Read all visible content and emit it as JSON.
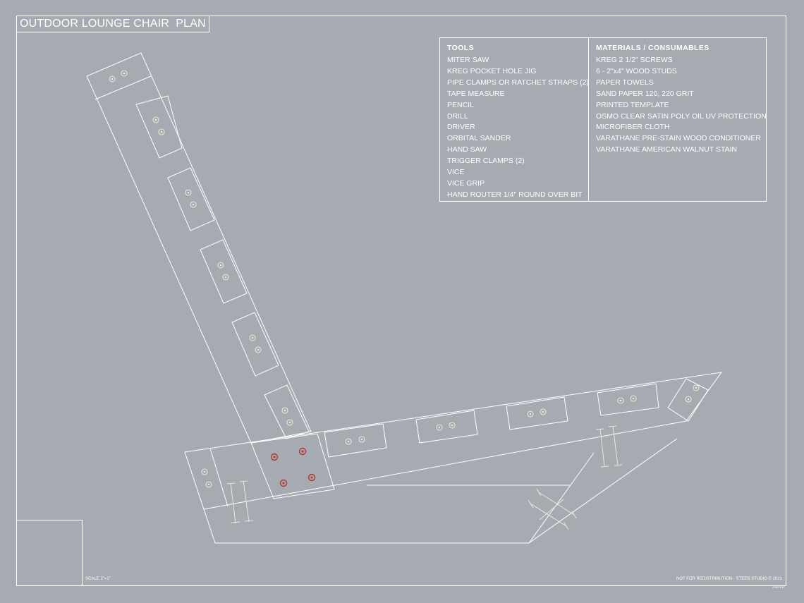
{
  "title": "OUTDOOR LOUNGE CHAIR  PLAN",
  "tools": {
    "heading": "TOOLS",
    "items": [
      "MITER SAW",
      "KREG POCKET HOLE JIG",
      "PIPE CLAMPS OR RATCHET STRAPS (2)",
      "TAPE MEASURE",
      "PENCIL",
      "DRILL",
      "DRIVER",
      "ORBITAL SANDER",
      "HAND SAW",
      "TRIGGER CLAMPS (2)",
      "VICE",
      "VICE GRIP",
      "HAND ROUTER 1/4\" ROUND OVER BIT"
    ]
  },
  "materials": {
    "heading": "MATERIALS / CONSUMABLES",
    "items": [
      "KREG 2 1/2\" SCREWS",
      "6 - 2\"x4\" WOOD STUDS",
      "PAPER TOWELS",
      "SAND PAPER 120, 220 GRIT",
      "PRINTED TEMPLATE",
      "OSMO CLEAR SATIN POLY OIL UV PROTECTION",
      "MICROFIBER CLOTH",
      "VARATHANE PRE-STAIN WOOD CONDITIONER",
      "VARATHANE AMERICAN WALNUT STAIN"
    ]
  },
  "footer": {
    "scale": "SCALE 1\"=1\"",
    "copyright": "NOT FOR REDISTRIBUTION - STEEN STUDIO © 2021",
    "stamp": "2021/37"
  },
  "colors": {
    "background": "#a5abb0",
    "line": "#ffffff",
    "screw": "#f1e6d6",
    "screw_highlight": "#b3322c"
  }
}
